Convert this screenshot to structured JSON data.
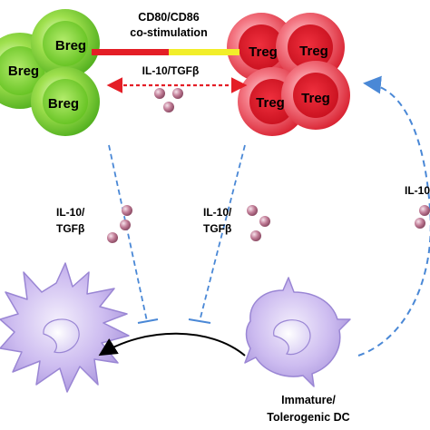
{
  "cells": {
    "breg_label": "Breg",
    "treg_label": "Treg"
  },
  "costim_label_line1": "CD80/CD86",
  "costim_label_line2": "co-stimulation",
  "cytokine_label_top": "IL-10/TGFβ",
  "cytokine_label_left_line1": "IL-10/",
  "cytokine_label_left_line2": "TGFβ",
  "cytokine_label_mid_line1": "IL-10/",
  "cytokine_label_mid_line2": "TGFβ",
  "cytokine_label_right_partial": "IL-10",
  "dc_label_line1": "Immature/",
  "dc_label_line2": "Tolerogenic DC",
  "colors": {
    "breg_fill": "#7fd23a",
    "treg_fill": "#e8202e",
    "dc_fill": "#c9b6ee",
    "cytokine_fill": "#b0708a",
    "dashed_line": "#4a88d6",
    "red_bar": "#e41e26",
    "yellow_bar": "#f2ee2a"
  }
}
